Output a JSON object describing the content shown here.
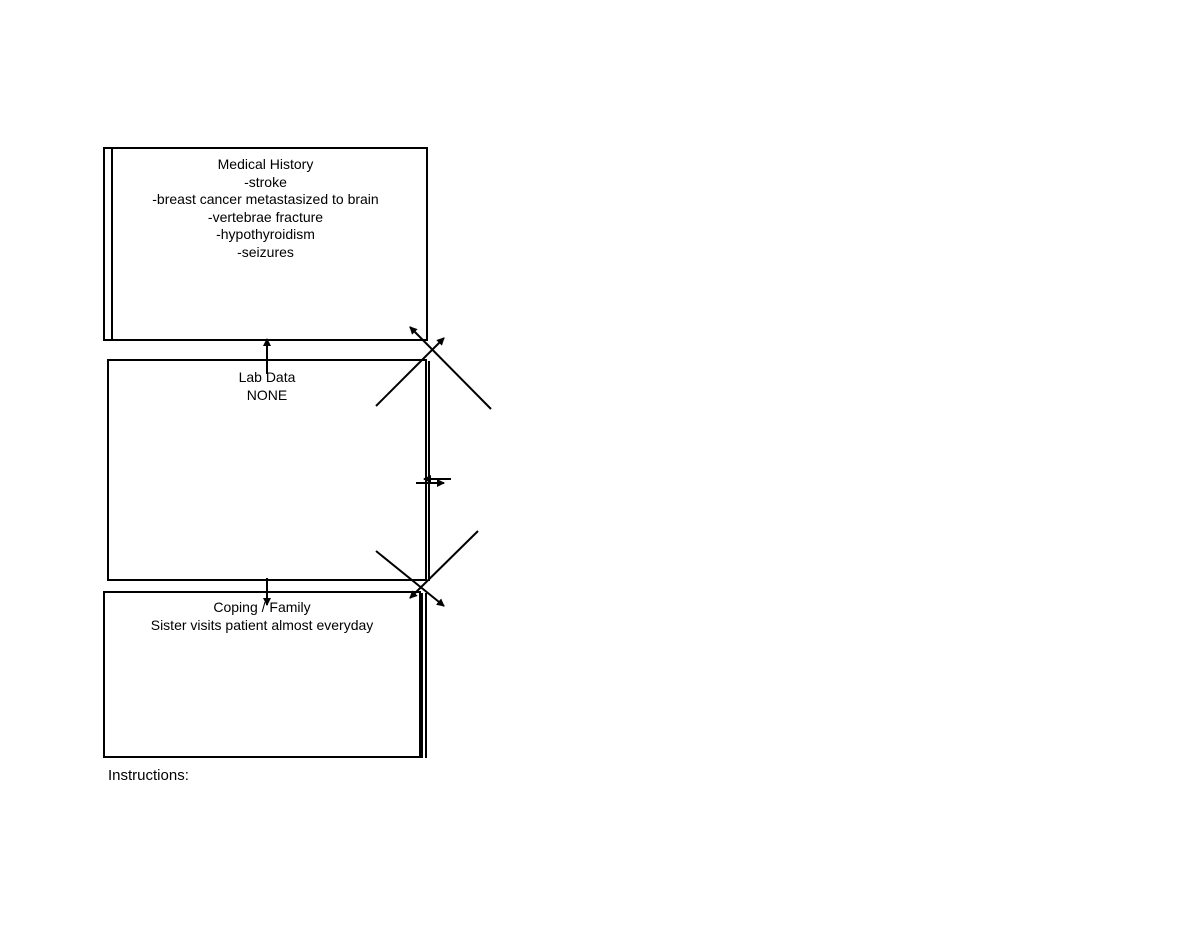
{
  "boxes": {
    "medical_history": {
      "title": "Medical History",
      "items": [
        "-stroke",
        "-breast cancer metastasized to brain",
        "-vertebrae fracture",
        "-hypothyroidism",
        "-seizures"
      ]
    },
    "lab_data": {
      "title": "Lab Data",
      "items": [
        "NONE"
      ]
    },
    "coping_family": {
      "title": "Coping / Family",
      "items": [
        "Sister visits patient almost everyday"
      ]
    }
  },
  "footer": {
    "instructions_label": "Instructions:"
  },
  "colors": {
    "line": "#000000",
    "background": "#ffffff"
  }
}
